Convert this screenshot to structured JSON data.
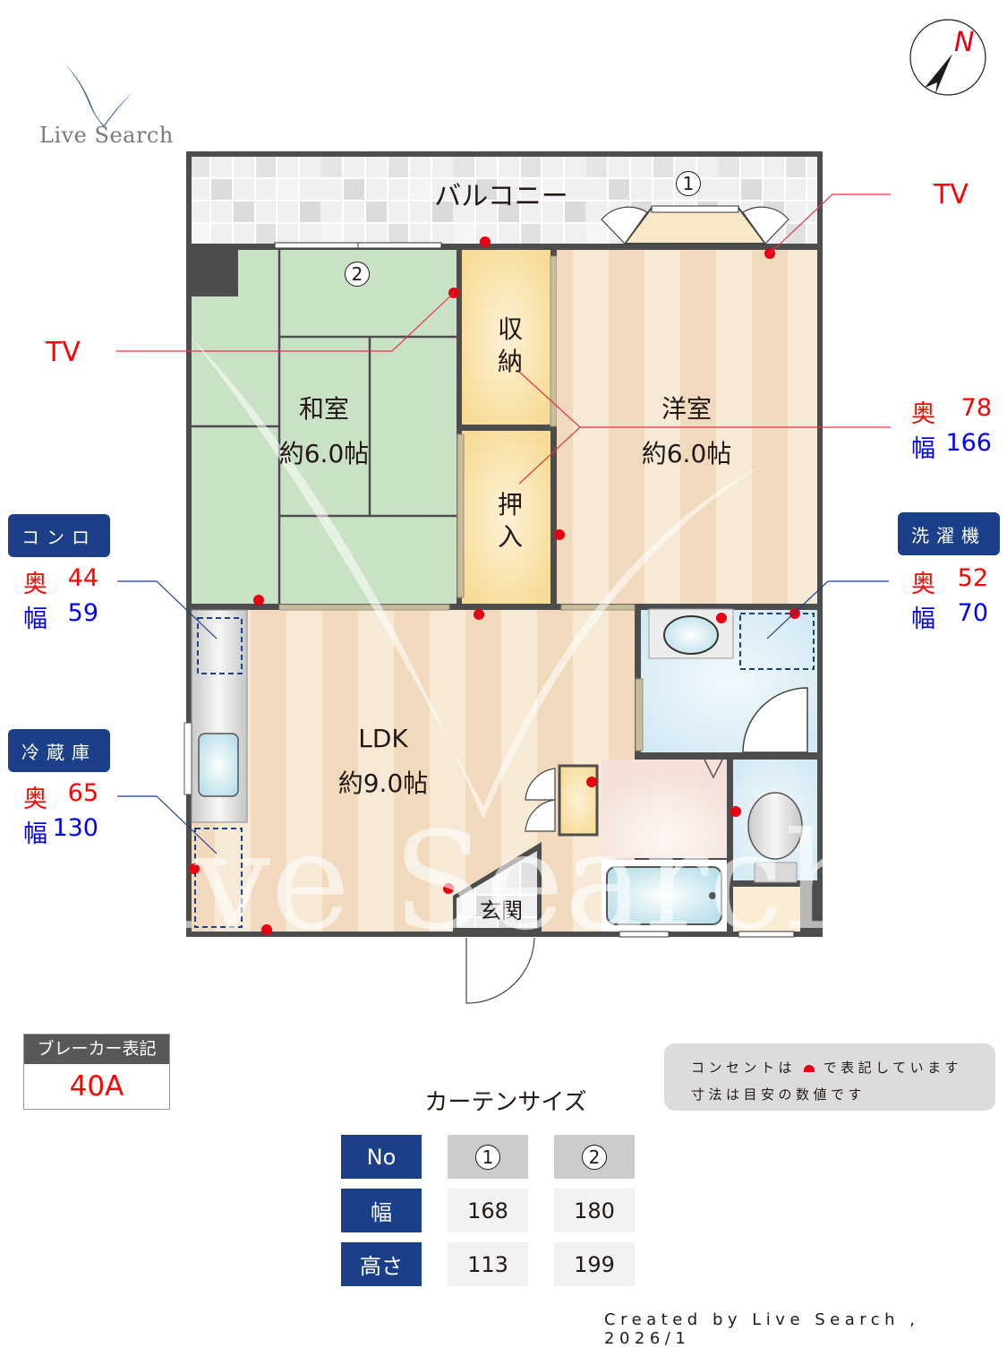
{
  "logo": {
    "text": "Live Search",
    "accent": "#3a5fa8"
  },
  "compass": {
    "label": "N"
  },
  "floorplan": {
    "rooms": [
      {
        "id": "balcony",
        "name": "バルコニー",
        "size": ""
      },
      {
        "id": "washitsu",
        "name": "和室",
        "size": "約6.0帖"
      },
      {
        "id": "youshitsu",
        "name": "洋室",
        "size": "約6.0帖"
      },
      {
        "id": "shuno",
        "name": "収\n納",
        "size": ""
      },
      {
        "id": "oshiire",
        "name": "押\n入",
        "size": ""
      },
      {
        "id": "ldk",
        "name": "LDK",
        "size": "約9.0帖"
      },
      {
        "id": "genkan",
        "name": "玄関",
        "size": ""
      }
    ],
    "window_markers": [
      "1",
      "2"
    ],
    "watermark": "Live Search"
  },
  "callouts": {
    "tv_right": {
      "label": "TV"
    },
    "tv_left": {
      "label": "TV"
    },
    "closet": {
      "depth_label": "奥",
      "depth": "78",
      "width_label": "幅",
      "width": "166"
    },
    "stove": {
      "title": "コンロ",
      "depth_label": "奥",
      "depth": "44",
      "width_label": "幅",
      "width": "59"
    },
    "fridge": {
      "title": "冷蔵庫",
      "depth_label": "奥",
      "depth": "65",
      "width_label": "幅",
      "width": "130"
    },
    "washer": {
      "title": "洗濯機",
      "depth_label": "奥",
      "depth": "52",
      "width_label": "幅",
      "width": "70"
    }
  },
  "breaker": {
    "title": "ブレーカー表記",
    "value": "40A"
  },
  "note": {
    "line1_pre": "コンセントは",
    "line1_post": "で表記しています",
    "line2": "寸法は目安の数値です"
  },
  "curtain": {
    "title": "カーテンサイズ",
    "row_headers": [
      "No",
      "幅",
      "高さ"
    ],
    "columns": [
      {
        "no": "1",
        "width": "168",
        "height": "113"
      },
      {
        "no": "2",
        "width": "180",
        "height": "199"
      }
    ]
  },
  "credit": "Created by Live Search , 2026/1",
  "colors": {
    "wall": "#4d4d4d",
    "tatami": "#c9e2c6",
    "flooring_light": "#f6ead6",
    "flooring_dark": "#f0d9bd",
    "closet": "#f7dc98",
    "bath_blue": "#d5eaf4",
    "outlet_red": "#e60012",
    "label_red": "#ff0000",
    "label_blue": "#0000ff",
    "tag_navy": "#1c3f8a"
  }
}
